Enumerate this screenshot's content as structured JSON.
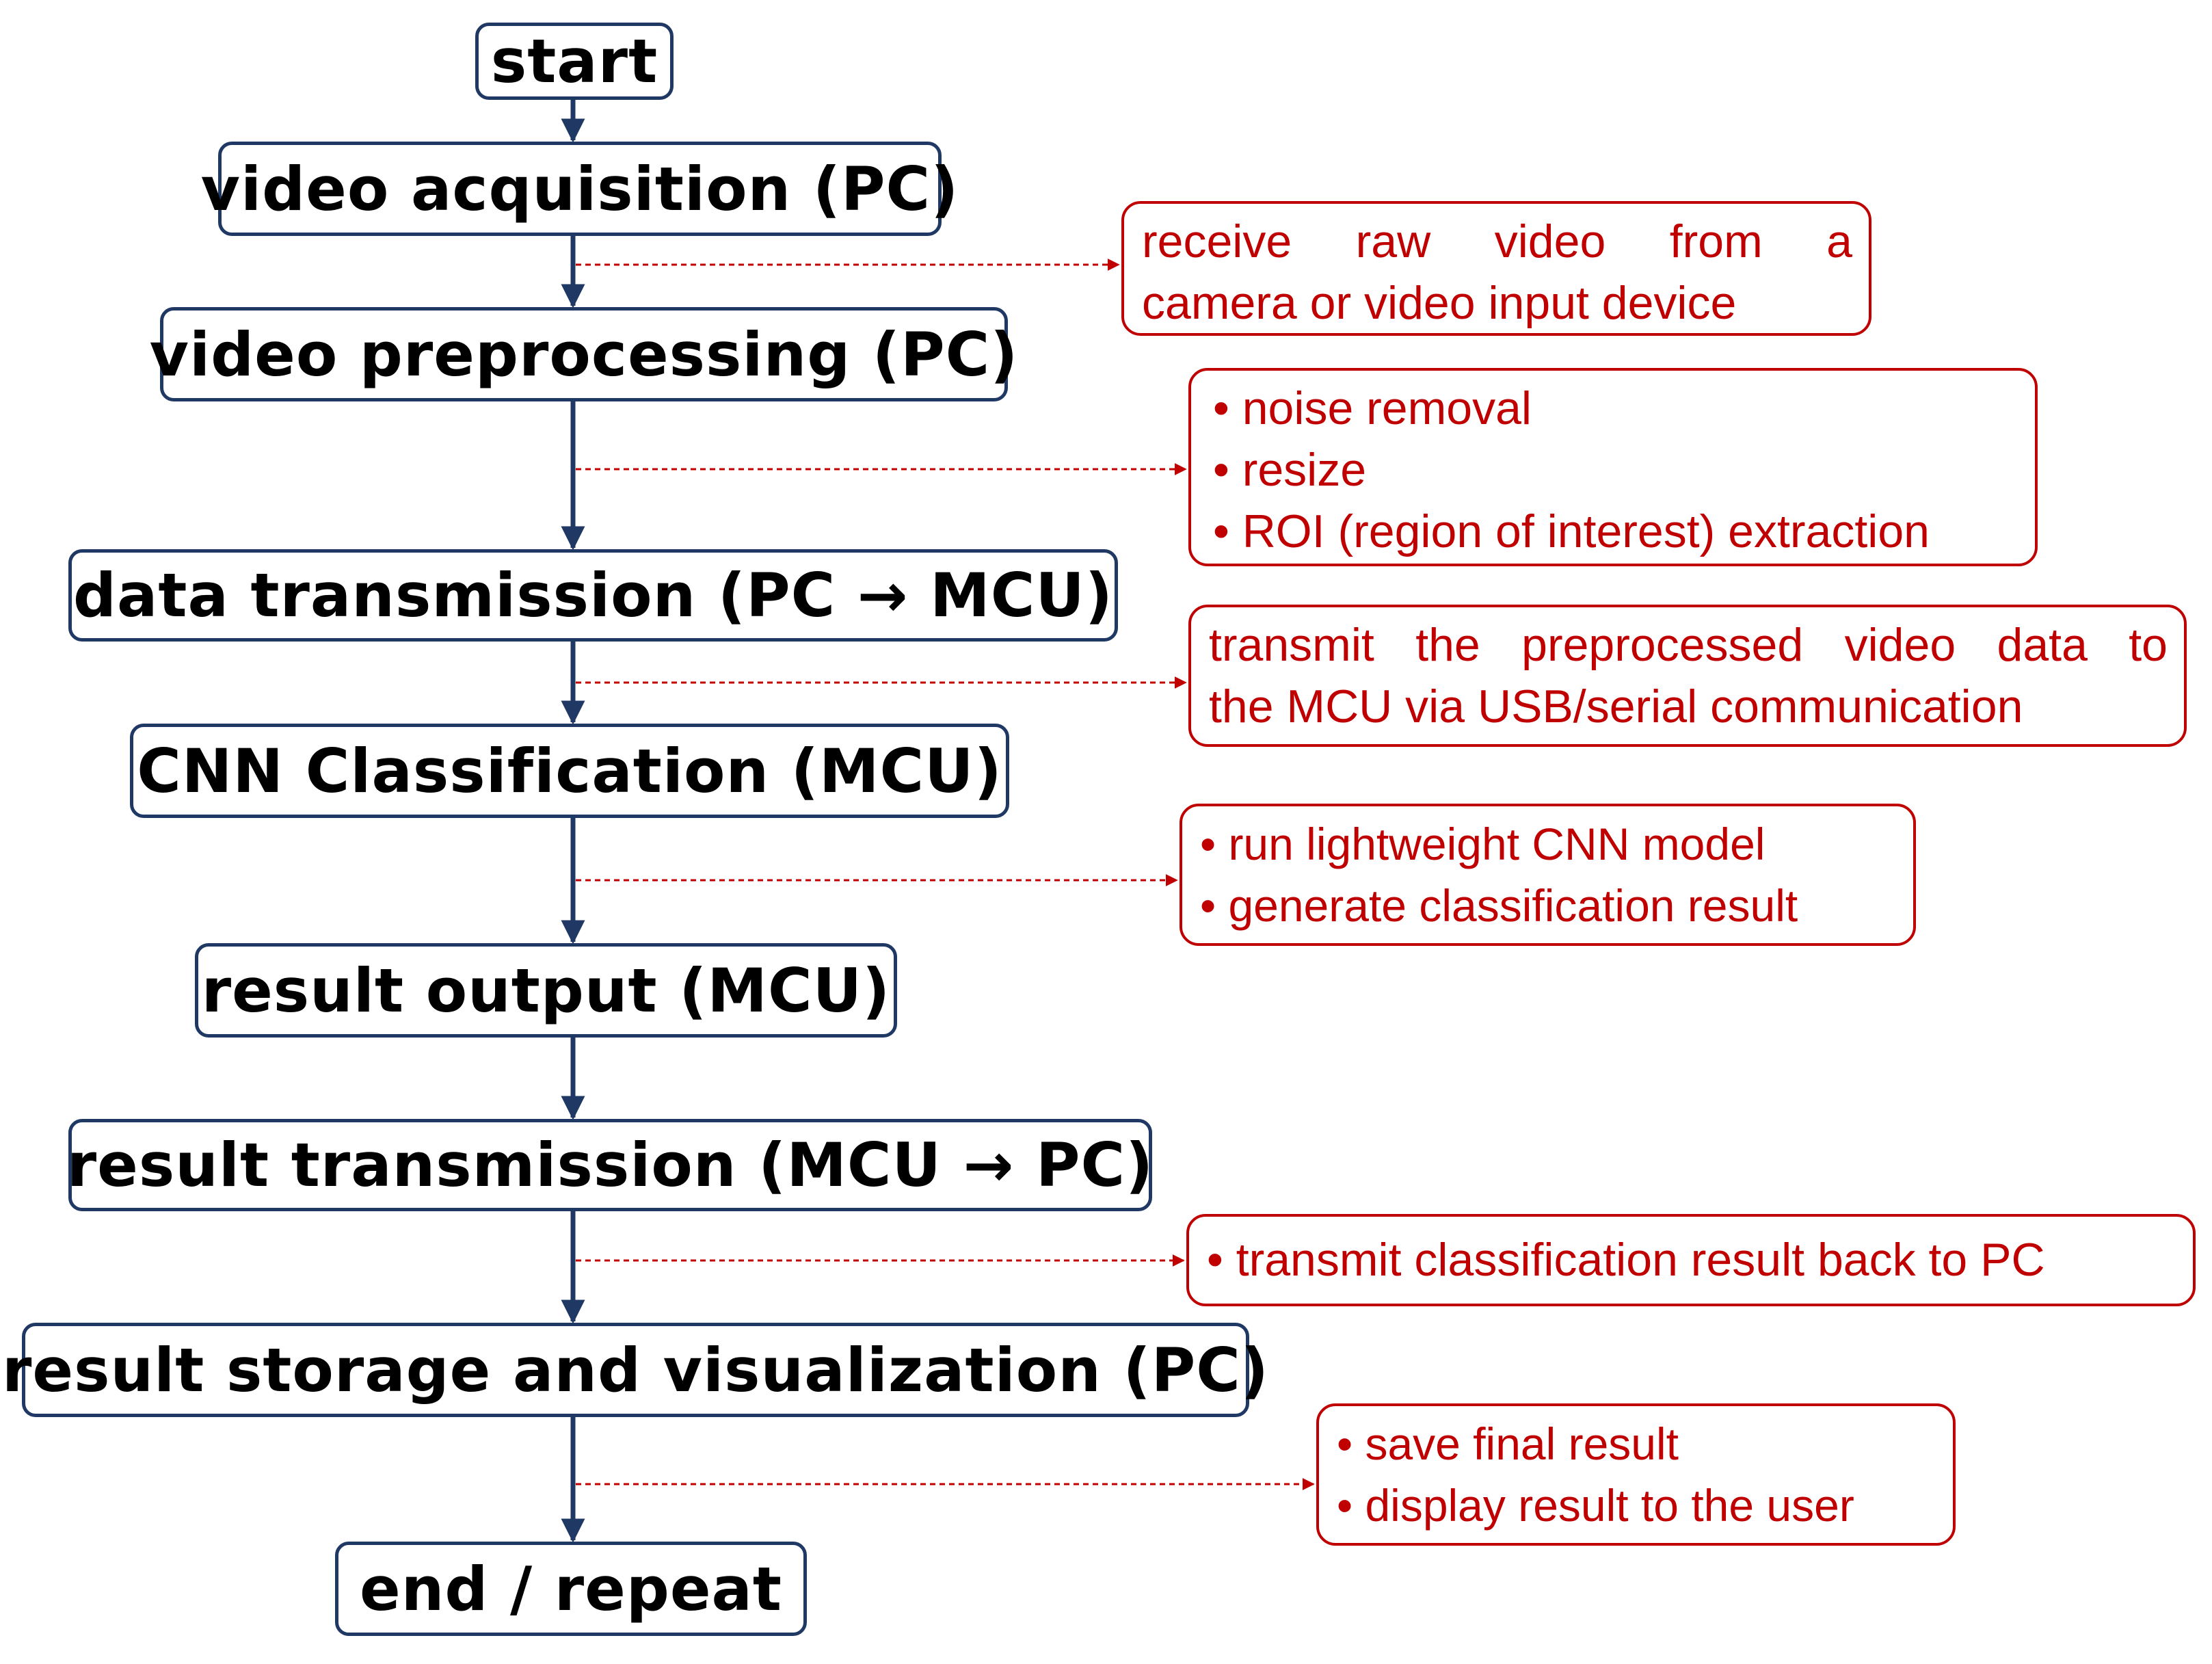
{
  "steps": [
    {
      "id": "start",
      "label": "start"
    },
    {
      "id": "video-acquisition",
      "label": "video acquisition (PC)"
    },
    {
      "id": "video-preprocessing",
      "label": "video preprocessing (PC)"
    },
    {
      "id": "data-transmission",
      "label": "data transmission (PC → MCU)"
    },
    {
      "id": "cnn-classification",
      "label": "CNN Classification (MCU)"
    },
    {
      "id": "result-output",
      "label": "result output (MCU)"
    },
    {
      "id": "result-transmission",
      "label": "result transmission (MCU → PC)"
    },
    {
      "id": "result-storage",
      "label": "result storage and visualization (PC)"
    },
    {
      "id": "end-repeat",
      "label": "end / repeat"
    }
  ],
  "notes": [
    {
      "id": "acquisition-note",
      "lines": [
        "receive raw video from a",
        "camera or video input device"
      ]
    },
    {
      "id": "preprocessing-note",
      "lines": [
        "• noise removal",
        "• resize",
        "• ROI (region of interest) extraction"
      ]
    },
    {
      "id": "transmission-note",
      "lines": [
        "transmit the preprocessed video data to",
        "the MCU via USB/serial communication"
      ]
    },
    {
      "id": "cnn-note",
      "lines": [
        "• run lightweight CNN model",
        "• generate classification result"
      ]
    },
    {
      "id": "result-transmission-note",
      "lines": [
        "• transmit classification result back to PC"
      ]
    },
    {
      "id": "storage-note",
      "lines": [
        "• save final result",
        "• display result to the user"
      ]
    }
  ],
  "colors": {
    "flow": "#1f3864",
    "annotation": "#c00000"
  }
}
